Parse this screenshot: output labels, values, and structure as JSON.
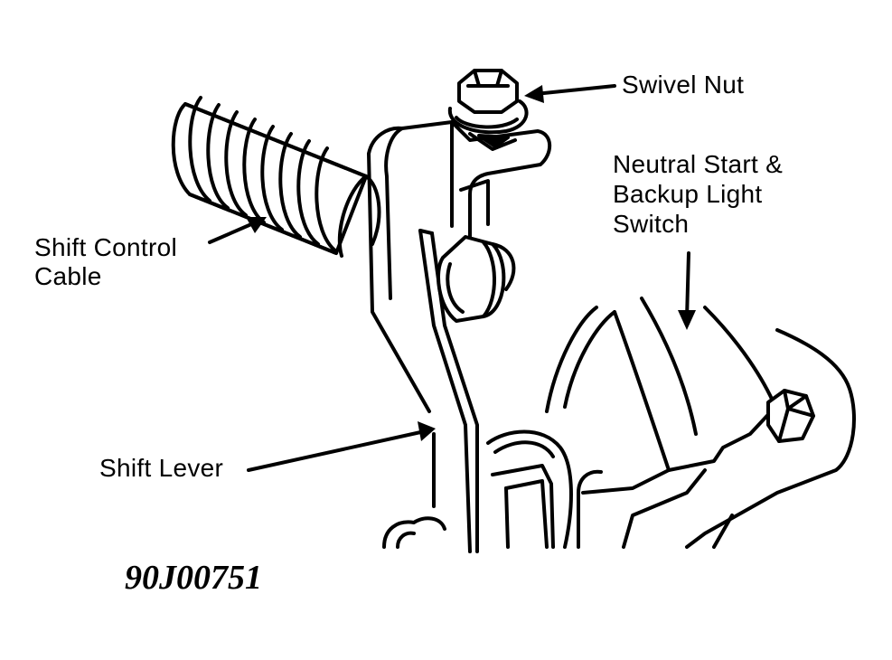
{
  "labels": {
    "swivel_nut": "Swivel Nut",
    "neutral_switch_line1": "Neutral Start &",
    "neutral_switch_line2": "Backup Light",
    "neutral_switch_line3": "Switch",
    "shift_cable_line1": "Shift Control",
    "shift_cable_line2": "Cable",
    "shift_lever": "Shift Lever"
  },
  "figure_code": "90J00751",
  "colors": {
    "ink": "#000000",
    "paper": "#ffffff"
  }
}
